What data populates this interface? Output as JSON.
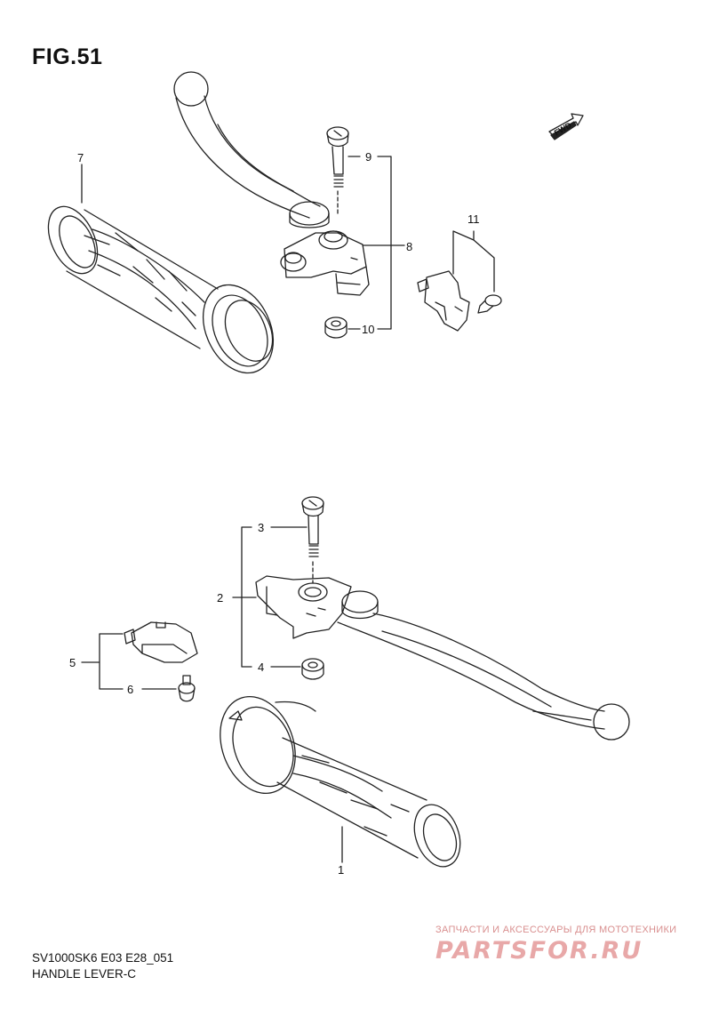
{
  "figure": {
    "title": "FIG.51"
  },
  "direction": {
    "label": "FWD"
  },
  "callouts": {
    "c1": "1",
    "c2": "2",
    "c3": "3",
    "c4": "4",
    "c5": "5",
    "c6": "6",
    "c7": "7",
    "c8": "8",
    "c9": "9",
    "c10": "10",
    "c11": "11"
  },
  "footer": {
    "model_code": "SV1000SK6 E03 E28_051",
    "diagram_title": "HANDLE LEVER-C"
  },
  "watermark": {
    "tagline": "ЗАПЧАСТИ И АКСЕССУАРЫ ДЛЯ МОТОТЕХНИКИ",
    "logo": "PARTSFOR.RU"
  }
}
